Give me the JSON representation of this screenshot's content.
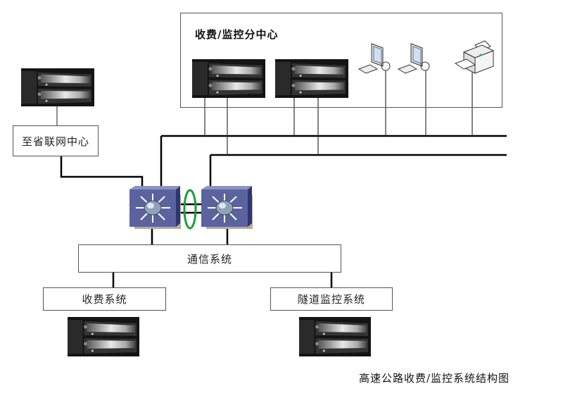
{
  "title": "高速公路收费/监控系统结构图",
  "center": {
    "title": "收费/监控分中心",
    "devices": [
      {
        "type": "server",
        "name": "center-server-1"
      },
      {
        "type": "server",
        "name": "center-server-2"
      },
      {
        "type": "workstation",
        "name": "workstation-1"
      },
      {
        "type": "workstation",
        "name": "workstation-2"
      },
      {
        "type": "printer",
        "name": "printer"
      }
    ]
  },
  "nodes": {
    "provincial": "至省联网中心",
    "communication": "通信系统",
    "toll": "收费系统",
    "tunnel": "隧道监控系统"
  },
  "switches": [
    {
      "name": "core-switch-1"
    },
    {
      "name": "core-switch-2"
    }
  ],
  "colors": {
    "switch_face": "#5b639e",
    "switch_top": "#7f86bc",
    "link_aggregation": "#1a9e3a",
    "line": "#000000"
  }
}
